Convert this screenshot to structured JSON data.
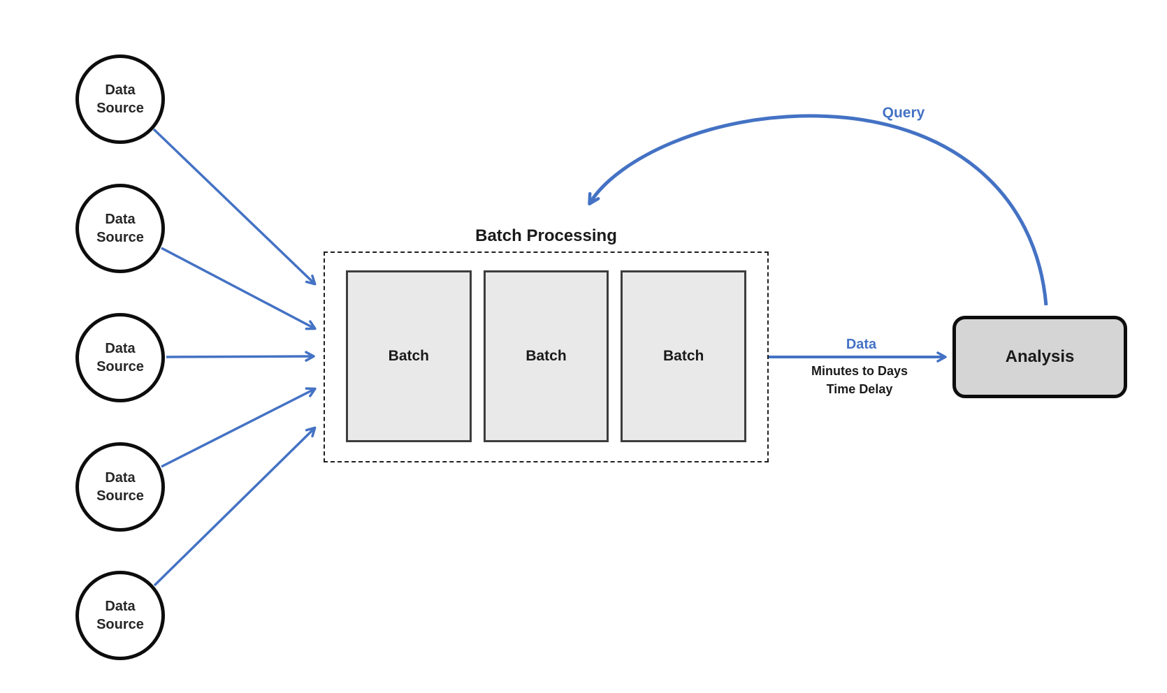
{
  "diagram": {
    "title": "Batch Processing",
    "sources": [
      {
        "label": "Data Source"
      },
      {
        "label": "Data Source"
      },
      {
        "label": "Data Source"
      },
      {
        "label": "Data Source"
      },
      {
        "label": "Data Source"
      }
    ],
    "batches": [
      {
        "label": "Batch"
      },
      {
        "label": "Batch"
      },
      {
        "label": "Batch"
      }
    ],
    "analysis_label": "Analysis",
    "data_flow": {
      "label": "Data",
      "delay_line1": "Minutes to Days",
      "delay_line2": "Time Delay"
    },
    "query_label": "Query",
    "colors": {
      "connector_blue": "#4472C4",
      "batch_fill": "#e9e9e9",
      "analysis_fill": "#d5d5d5",
      "outline_black": "#0d0d0d"
    }
  }
}
